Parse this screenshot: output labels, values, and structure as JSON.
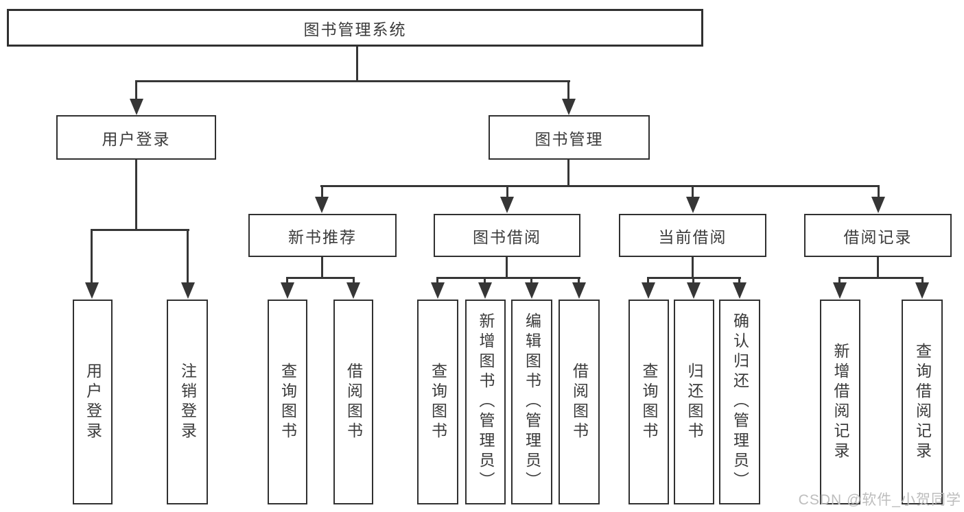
{
  "root": {
    "label": "图书管理系统"
  },
  "user_login": {
    "label": "用户登录",
    "children": [
      "用户登录",
      "注销登录"
    ]
  },
  "book_mgmt": {
    "label": "图书管理"
  },
  "new_books": {
    "label": "新书推荐",
    "children": [
      "查询图书",
      "借阅图书"
    ]
  },
  "borrowing": {
    "label": "图书借阅",
    "children": [
      "查询图书",
      "新增图书（管理员）",
      "编辑图书（管理员）",
      "借阅图书"
    ]
  },
  "current": {
    "label": "当前借阅",
    "children": [
      "查询图书",
      "归还图书",
      "确认归还（管理员）"
    ]
  },
  "records": {
    "label": "借阅记录",
    "children": [
      "新增借阅记录",
      "查询借阅记录"
    ]
  },
  "watermark": {
    "text": "CSDN @软件_小贺同学"
  },
  "colors": {
    "line": "#363636",
    "box_border": "#303030",
    "text": "#3b3b3b",
    "watermark": "#bdbdbd",
    "background": "#ffffff"
  }
}
